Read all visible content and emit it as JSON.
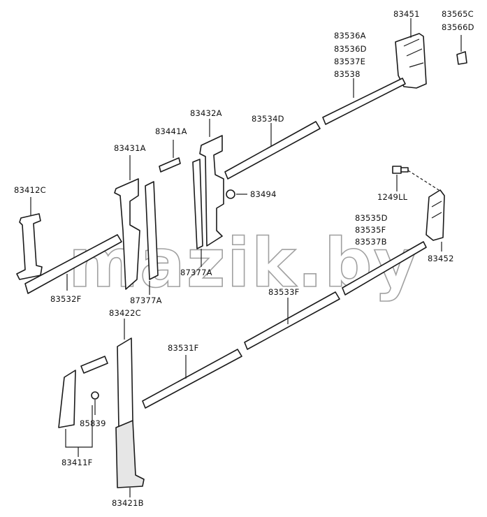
{
  "watermark": "mazik.by",
  "labels": {
    "p83451": "83451",
    "p83565C": "83565C",
    "p83566D": "83566D",
    "p83536A": "83536A",
    "p83536D": "83536D",
    "p83537E": "83537E",
    "p83538": "83538",
    "p83534D": "83534D",
    "p83432A": "83432A",
    "p83441A": "83441A",
    "p83431A": "83431A",
    "p83412C": "83412C",
    "p83494": "83494",
    "p1249LL": "1249LL",
    "p83535D": "83535D",
    "p83535F": "83535F",
    "p83537B": "83537B",
    "p83452": "83452",
    "p87377A_upper": "87377A",
    "p87377A_lower": "87377A",
    "p83532F": "83532F",
    "p83422C": "83422C",
    "p83533F": "83533F",
    "p83531F": "83531F",
    "p85839": "85839",
    "p83411F": "83411F",
    "p83421B": "83421B"
  }
}
